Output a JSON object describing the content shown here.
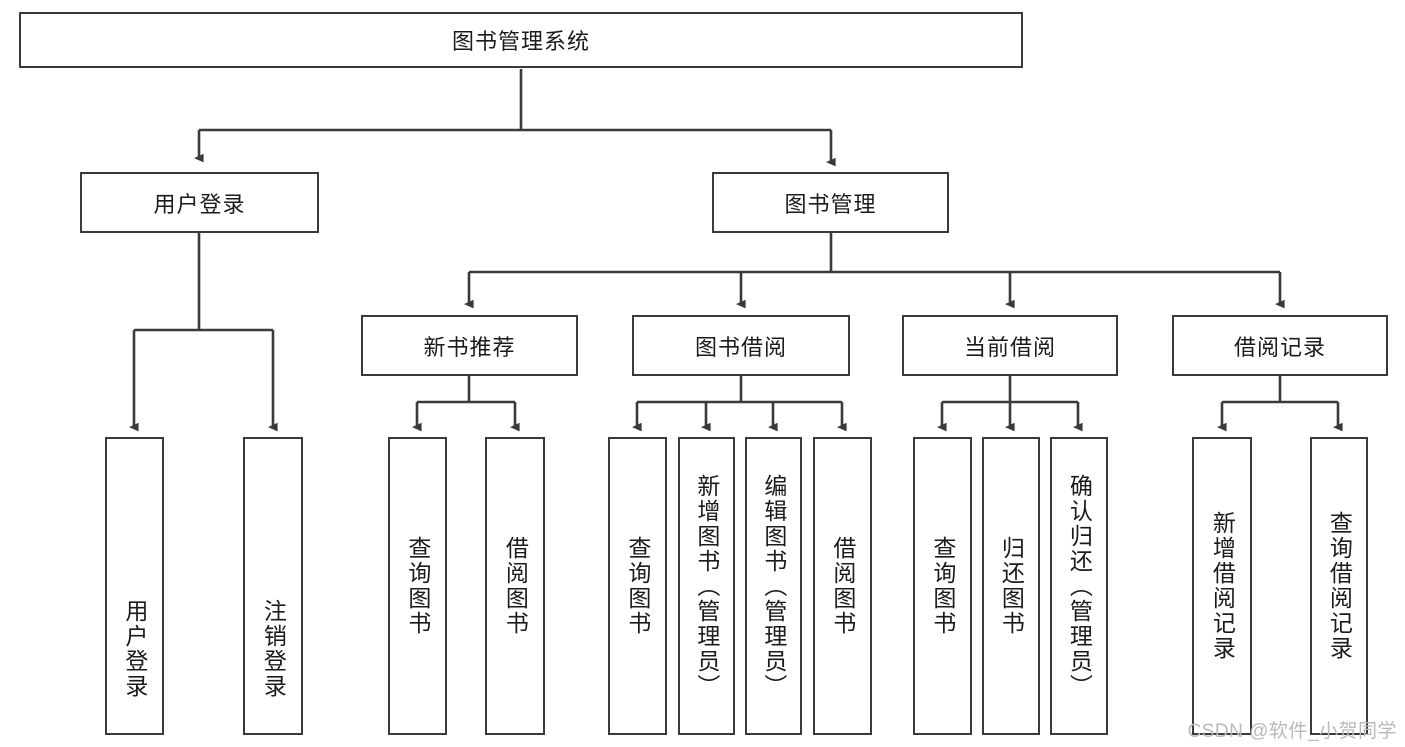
{
  "diagram": {
    "title": "图书管理系统",
    "type": "hierarchy-tree",
    "root": {
      "label": "图书管理系统"
    },
    "level2": [
      {
        "label": "用户登录"
      },
      {
        "label": "图书管理"
      }
    ],
    "level3": [
      {
        "label": "新书推荐"
      },
      {
        "label": "图书借阅"
      },
      {
        "label": "当前借阅"
      },
      {
        "label": "借阅记录"
      }
    ],
    "leaves": [
      {
        "label": "用户登录",
        "parent": "用户登录"
      },
      {
        "label": "注销登录",
        "parent": "用户登录"
      },
      {
        "label": "查询图书",
        "parent": "新书推荐"
      },
      {
        "label": "借阅图书",
        "parent": "新书推荐"
      },
      {
        "label": "查询图书",
        "parent": "图书借阅"
      },
      {
        "label": "新增图书（管理员）",
        "parent": "图书借阅"
      },
      {
        "label": "编辑图书（管理员）",
        "parent": "图书借阅"
      },
      {
        "label": "借阅图书",
        "parent": "图书借阅"
      },
      {
        "label": "查询图书",
        "parent": "当前借阅"
      },
      {
        "label": "归还图书",
        "parent": "当前借阅"
      },
      {
        "label": "确认归还（管理员）",
        "parent": "当前借阅"
      },
      {
        "label": "新增借阅记录",
        "parent": "借阅记录"
      },
      {
        "label": "查询借阅记录",
        "parent": "借阅记录"
      }
    ]
  },
  "watermark": {
    "text": "CSDN @软件_小贺同学"
  },
  "colors": {
    "stroke": "#3a3a3a",
    "text": "#1b1b1b",
    "background": "#ffffff",
    "watermark": "#b9b9b9"
  }
}
